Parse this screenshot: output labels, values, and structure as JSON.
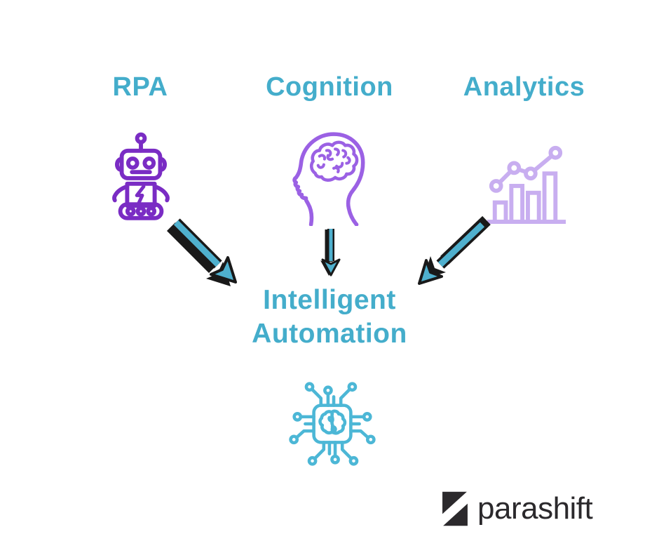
{
  "diagram": {
    "columns": [
      {
        "label": "RPA",
        "icon": "robot-icon"
      },
      {
        "label": "Cognition",
        "icon": "head-brain-icon"
      },
      {
        "label": "Analytics",
        "icon": "bar-chart-line-icon"
      }
    ],
    "arrows": [
      {
        "icon": "arrow-down-right-icon"
      },
      {
        "icon": "arrow-down-icon"
      },
      {
        "icon": "arrow-down-left-icon"
      }
    ],
    "result": {
      "title_line1": "Intelligent",
      "title_line2": "Automation",
      "icon": "chip-brain-icon"
    }
  },
  "branding": {
    "logo_text": "parashift",
    "logo_mark_icon": "parashift-logo-mark"
  },
  "colors": {
    "heading_teal": "#44ADCB",
    "arrow_teal": "#4FB0CE",
    "robot_purple": "#7A2CC4",
    "head_purple": "#9B61E4",
    "analytics_lavender": "#C8AEF0",
    "chip_teal": "#4CB7D6",
    "logo_dark": "#2B292C",
    "outline_black": "#191919",
    "background": "#FFFFFF"
  }
}
